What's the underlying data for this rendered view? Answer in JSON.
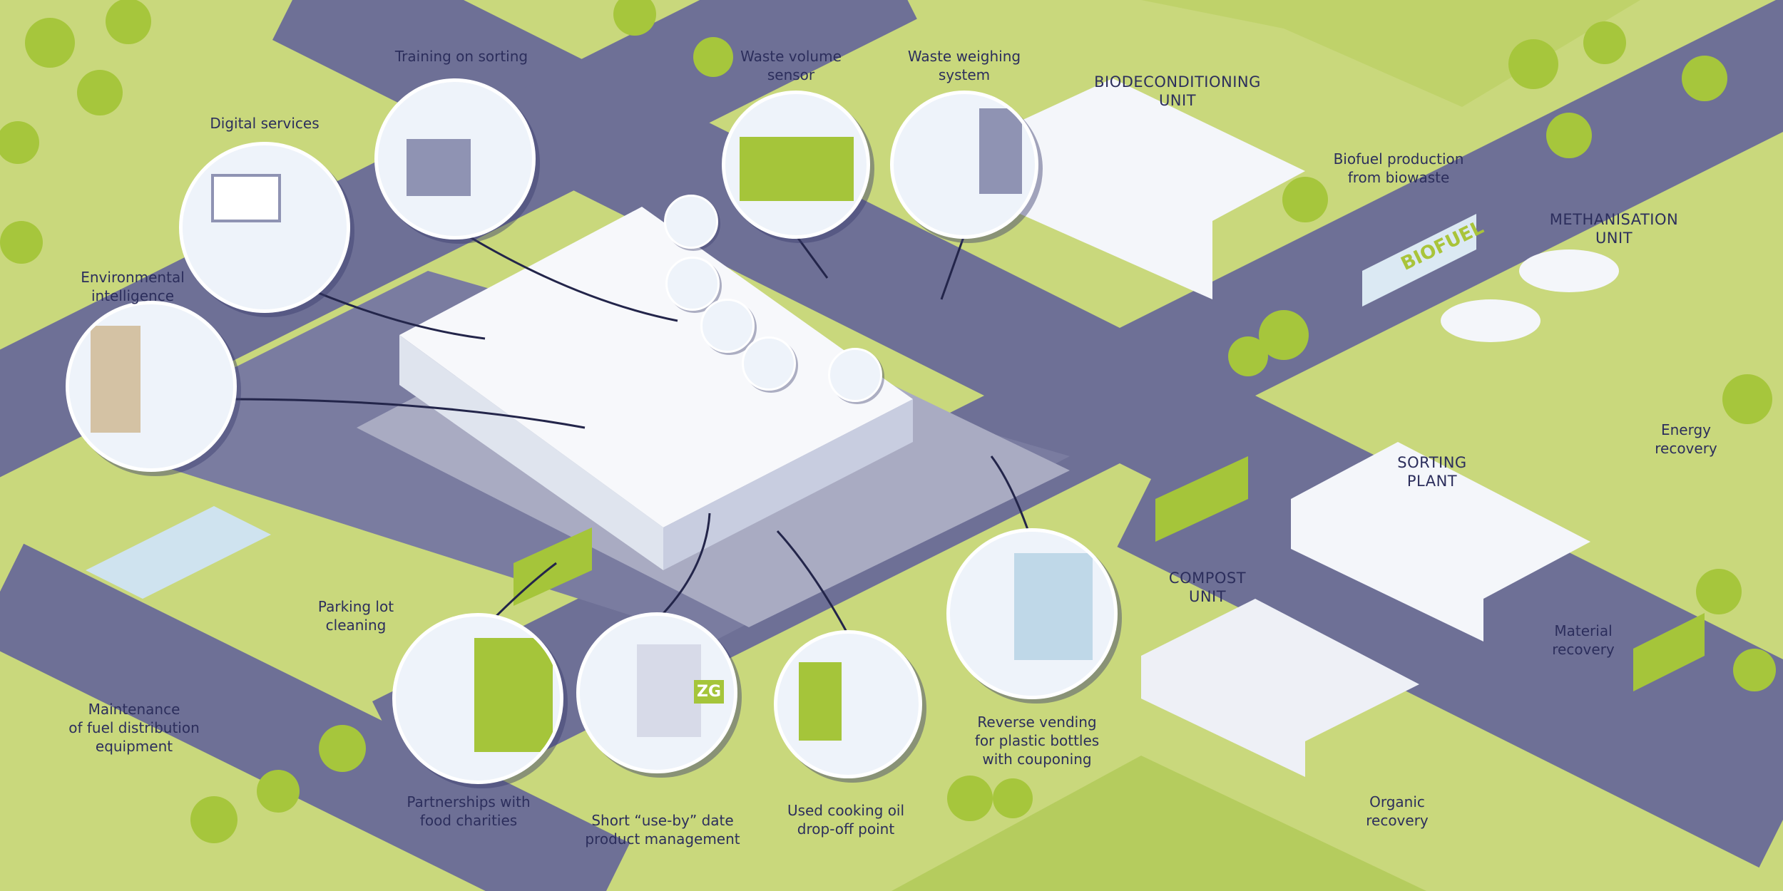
{
  "colors": {
    "grass": "#c9d87c",
    "road": "#6e7096",
    "parking": "#a9abc2",
    "building": "#f4f6fa",
    "accent_green": "#a5c53a",
    "text": "#2c2e5c"
  },
  "labels": {
    "training": "Training on sorting",
    "digital": "Digital services",
    "environmental": "Environmental\nintelligence",
    "waste_volume": "Waste volume\nsensor",
    "waste_weighing": "Waste weighing\nsystem",
    "biodeconditioning": "BIODECONDITIONING\nUNIT",
    "biofuel_production": "Biofuel production\nfrom biowaste",
    "methanisation": "METHANISATION\nUNIT",
    "energy_recovery": "Energy\nrecovery",
    "sorting_plant": "SORTING\nPLANT",
    "material_recovery": "Material\nrecovery",
    "compost": "COMPOST\nUNIT",
    "organic_recovery": "Organic\nrecovery",
    "reverse_vending": "Reverse vending\nfor plastic bottles\nwith couponing",
    "cooking_oil": "Used cooking oil\ndrop-off point",
    "use_by": "Short “use-by” date\nproduct management",
    "charities": "Partnerships with\nfood charities",
    "parking_cleaning": "Parking lot\ncleaning",
    "fuel_maintenance": "Maintenance\nof fuel distribution\nequipment"
  },
  "truck_label": "BIOFUEL",
  "store_logo": "ZG"
}
